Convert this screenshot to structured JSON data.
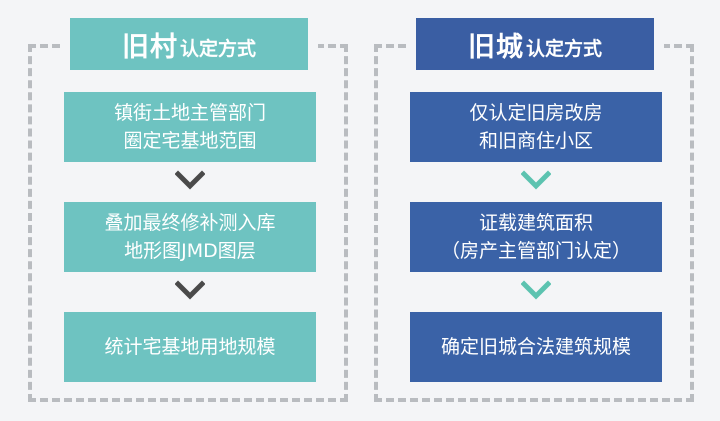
{
  "panels": [
    {
      "title_main": "旧村",
      "title_sub": "认定方式",
      "steps": [
        [
          "镇街土地主管部门",
          "圈定宅基地范围"
        ],
        [
          "叠加最终修补测入库",
          "地形图JMD图层"
        ],
        [
          "统计宅基地用地规模"
        ]
      ],
      "arrow_color": "#4a4a4a"
    },
    {
      "title_main": "旧城",
      "title_sub": "认定方式",
      "steps": [
        [
          "仅认定旧房改房",
          "和旧商住小区"
        ],
        [
          "证载建筑面积",
          "（房产主管部门认定）"
        ],
        [
          "确定旧城合法建筑规模"
        ]
      ],
      "arrow_color": "#5cc3b0"
    }
  ],
  "colors": {
    "village_accent": "#6ec3c1",
    "city_accent": "#3a62a7",
    "frame": "#b9bcc0"
  }
}
